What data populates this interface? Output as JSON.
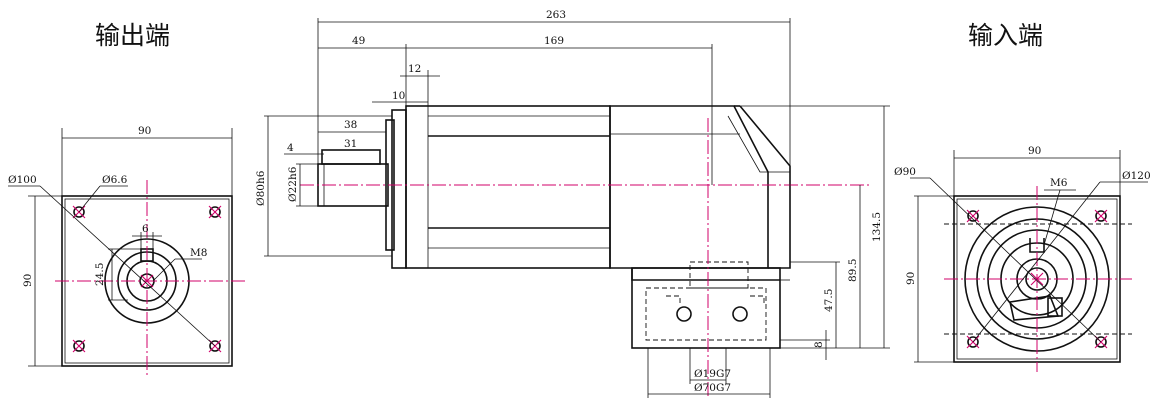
{
  "titles": {
    "output_end": "输出端",
    "input_end": "输入端"
  },
  "output_view": {
    "width_dim": "90",
    "height_dim": "90",
    "pcd_dim": "Ø100",
    "hole_dim": "Ø6.6",
    "key_width": "6",
    "key_height": "24.5",
    "thread": "M8"
  },
  "side_view": {
    "total_length": "263",
    "flange_offset": "49",
    "body_length": "169",
    "flange_thickness": "12",
    "step": "10",
    "shaft_length": "38",
    "key_length": "31",
    "shaft_end": "4",
    "pilot_dia": "Ø80h6",
    "shaft_dia": "Ø22h6",
    "overall_height": "134.5",
    "center_height": "89.5",
    "input_center": "47.5",
    "base": "8",
    "bore_dia": "Ø19G7",
    "flange_dia": "Ø70G7"
  },
  "input_view": {
    "width_dim": "90",
    "height_dim": "90",
    "pcd_left": "Ø90",
    "pcd_right": "Ø120",
    "thread": "M6"
  }
}
